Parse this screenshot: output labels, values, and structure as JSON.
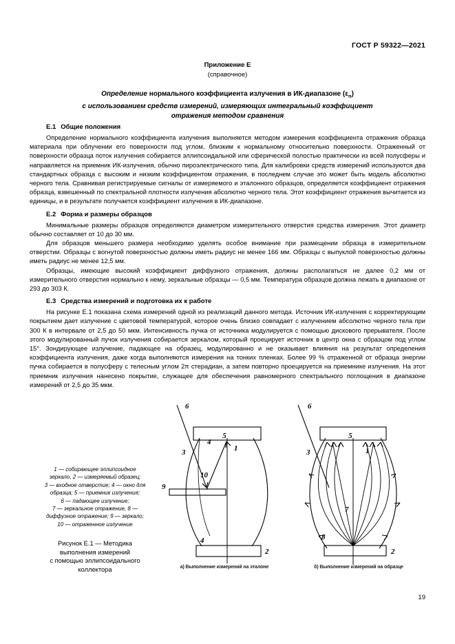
{
  "header": {
    "standard": "ГОСТ Р 59322—2021"
  },
  "appendix": {
    "number": "Приложение Е",
    "kind": "(справочное)",
    "title_line1_italic_a": "Определение",
    "title_line1_upright": " нормального коэффициента излучения в ИК-диапазоне (ε",
    "title_line1_sub": "n",
    "title_line1_end": ")",
    "title_line2": "с использованием средств измерений, измеряющих интегральный коэффициент",
    "title_line3": "отражения методом сравнения"
  },
  "sections": [
    {
      "id": "E.1",
      "number": "Е.1",
      "heading": "Общие положения",
      "paragraphs": [
        "Определение нормального коэффициента излучения выполняется методом измерения коэффициента отражения образца материала при облучении его поверхности под углом, близким к нормальному относительно поверхности. Отраженный от поверхности образца поток излучения собирается эллипсоидальной или сферической полостью практически из всей полусферы и направляется на приемник ИК-излучения, обычно пироэлектрического типа. Для калибровки средств измерений используются два стандартных образца с высоким и низким коэффициентом отражения, в последнем случае это может быть модель абсолютно черного тела. Сравнивая регистрируемые сигналы от измеряемого и эталонного образцов, определяется коэффициент отражения образца, взвешенный по спектральной плотности излучения абсолютно черного тела. Этот коэффициент отражения вычитается из единицы, и в результате получается коэффициент излучения в ИК-диапазоне."
      ]
    },
    {
      "id": "E.2",
      "number": "Е.2",
      "heading": "Форма и размеры образцов",
      "paragraphs": [
        "Минимальные размеры образцов определяются диаметром измерительного отверстия средства измерения. Этот диаметр обычно составляет от 10 до 30 мм.",
        "Для образцов меньшего размера необходимо уделять особое внимание при размещении образца в измерительном отверстии. Образцы с вогнутой поверхностью должны иметь радиус не менее 166 мм. Образцы с выпуклой поверхностью должны иметь радиус не менее 12,5 мм.",
        "Образцы, имеющие высокий коэффициент диффузного отражения, должны располагаться не далее 0,2 мм от измерительного отверстия нормально к нему, зеркальные образцы — 0,5 мм. Температура образцов должна лежать в диапазоне от 293 до 303 К."
      ]
    },
    {
      "id": "E.3",
      "number": "Е.3",
      "heading": "Средства измерений и подготовка их к работе",
      "paragraphs": [
        "На рисунке Е.1 показана схема измерений одной из реализаций данного метода. Источник ИК-излучения с корректирующим покрытием дает излучение с цветовой температурой, которое очень близко совпадает с излучением абсолютно черного тела при 300 К в интервале от 2,5 до 50 мкм. Интенсивность пучка от источника модулируется с помощью дискового прерывателя. После этого модулированный пучок излучения собирается зеркалом, который проецирует источник в центр окна с образцом под углом 15°. Зондирующее излучение, падающее на образец, модулированно и не оказывает влияния на результат определения коэффициента излучения, даже когда выполняются измерения на тонких пленках. Более 99 % отраженной от образца энергии пучка собирается в полусферу с телесным углом 2π стерадиан, а затем повторно проецируется на приемнике излучения. На этот приемник излучения нанесено покрытие, служащее для обеспечения равномерного спектрального поглощения в диапазоне измерений от 2,5 до 35 мкм."
      ]
    }
  ],
  "figure": {
    "legend_lines": [
      "1 — собирающее эллипсоидное",
      "зеркало, 2 — измеряемый образец;",
      "3 — входное отверстие; 4 — окно для",
      "образца; 5 — приемник излучения;",
      "6 — падающее излучение;",
      "7 — зеркальное отражение, 8 —",
      "диффузное отражение; 9 — зеркало;",
      "10 — отраженное излучение"
    ],
    "caption_lines": [
      "Рисунок Е.1 — Методика",
      "выполнения измерений",
      "с помощью эллипсоидального",
      "коллектора"
    ],
    "subcaption_a": "а) Выполнение измерений на эталоне",
    "subcaption_b": "б) Выполнение измерений на образце",
    "labels_left": [
      "6",
      "5",
      "3",
      "1",
      "4",
      "10",
      "9",
      "2"
    ],
    "labels_right": [
      "6",
      "5",
      "3",
      "1",
      "7",
      "8",
      "2"
    ]
  },
  "footer": {
    "page_number": "19"
  },
  "colors": {
    "ink": "#000000",
    "paper": "#ffffff"
  }
}
